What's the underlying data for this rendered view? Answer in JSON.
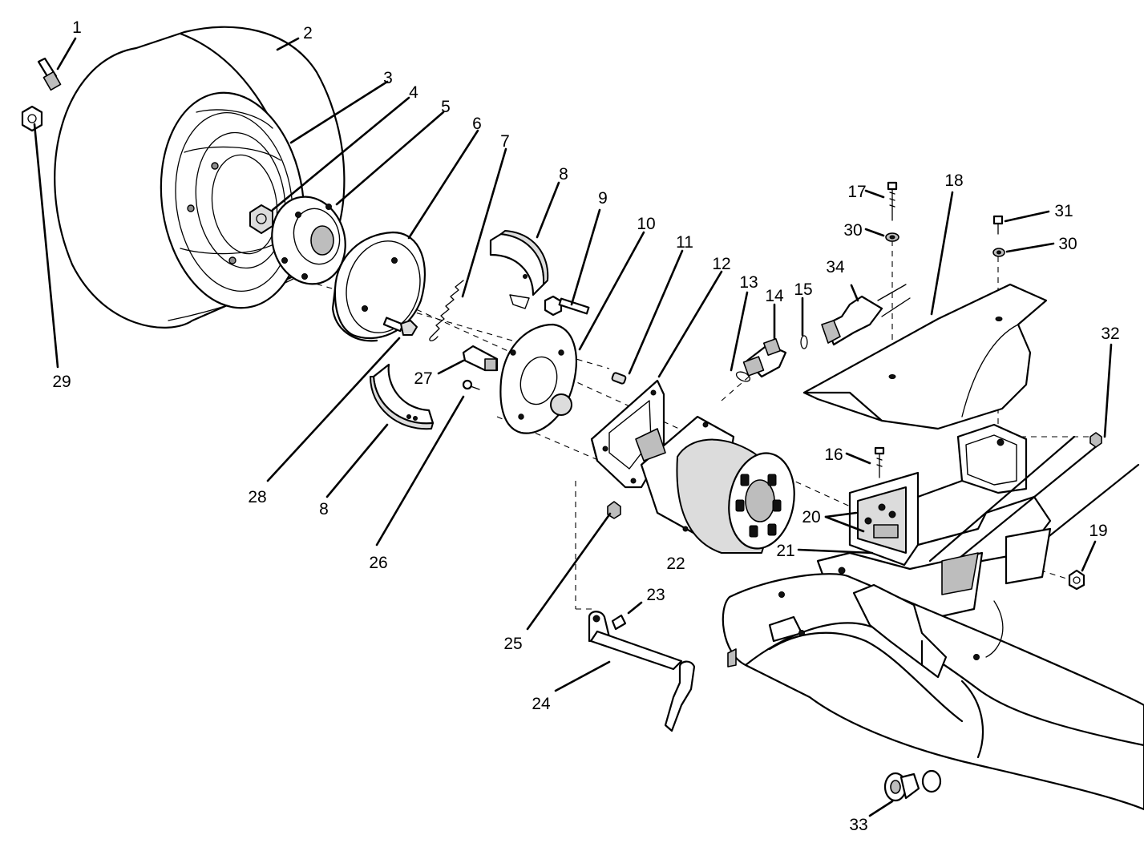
{
  "diagram": {
    "callouts": [
      {
        "id": "c1",
        "text": "1"
      },
      {
        "id": "c2",
        "text": "2"
      },
      {
        "id": "c3",
        "text": "3"
      },
      {
        "id": "c4",
        "text": "4"
      },
      {
        "id": "c5",
        "text": "5"
      },
      {
        "id": "c6",
        "text": "6"
      },
      {
        "id": "c7",
        "text": "7"
      },
      {
        "id": "c8a",
        "text": "8"
      },
      {
        "id": "c8b",
        "text": "8"
      },
      {
        "id": "c9",
        "text": "9"
      },
      {
        "id": "c10",
        "text": "10"
      },
      {
        "id": "c11",
        "text": "11"
      },
      {
        "id": "c12",
        "text": "12"
      },
      {
        "id": "c13",
        "text": "13"
      },
      {
        "id": "c14",
        "text": "14"
      },
      {
        "id": "c15",
        "text": "15"
      },
      {
        "id": "c16",
        "text": "16"
      },
      {
        "id": "c17",
        "text": "17"
      },
      {
        "id": "c18",
        "text": "18"
      },
      {
        "id": "c19",
        "text": "19"
      },
      {
        "id": "c20",
        "text": "20"
      },
      {
        "id": "c21",
        "text": "21"
      },
      {
        "id": "c22",
        "text": "22"
      },
      {
        "id": "c23",
        "text": "23"
      },
      {
        "id": "c24",
        "text": "24"
      },
      {
        "id": "c25",
        "text": "25"
      },
      {
        "id": "c26",
        "text": "26"
      },
      {
        "id": "c27",
        "text": "27"
      },
      {
        "id": "c28",
        "text": "28"
      },
      {
        "id": "c29",
        "text": "29"
      },
      {
        "id": "c30a",
        "text": "30"
      },
      {
        "id": "c30b",
        "text": "30"
      },
      {
        "id": "c31",
        "text": "31"
      },
      {
        "id": "c32",
        "text": "32"
      },
      {
        "id": "c33",
        "text": "33"
      },
      {
        "id": "c34",
        "text": "34"
      }
    ]
  }
}
